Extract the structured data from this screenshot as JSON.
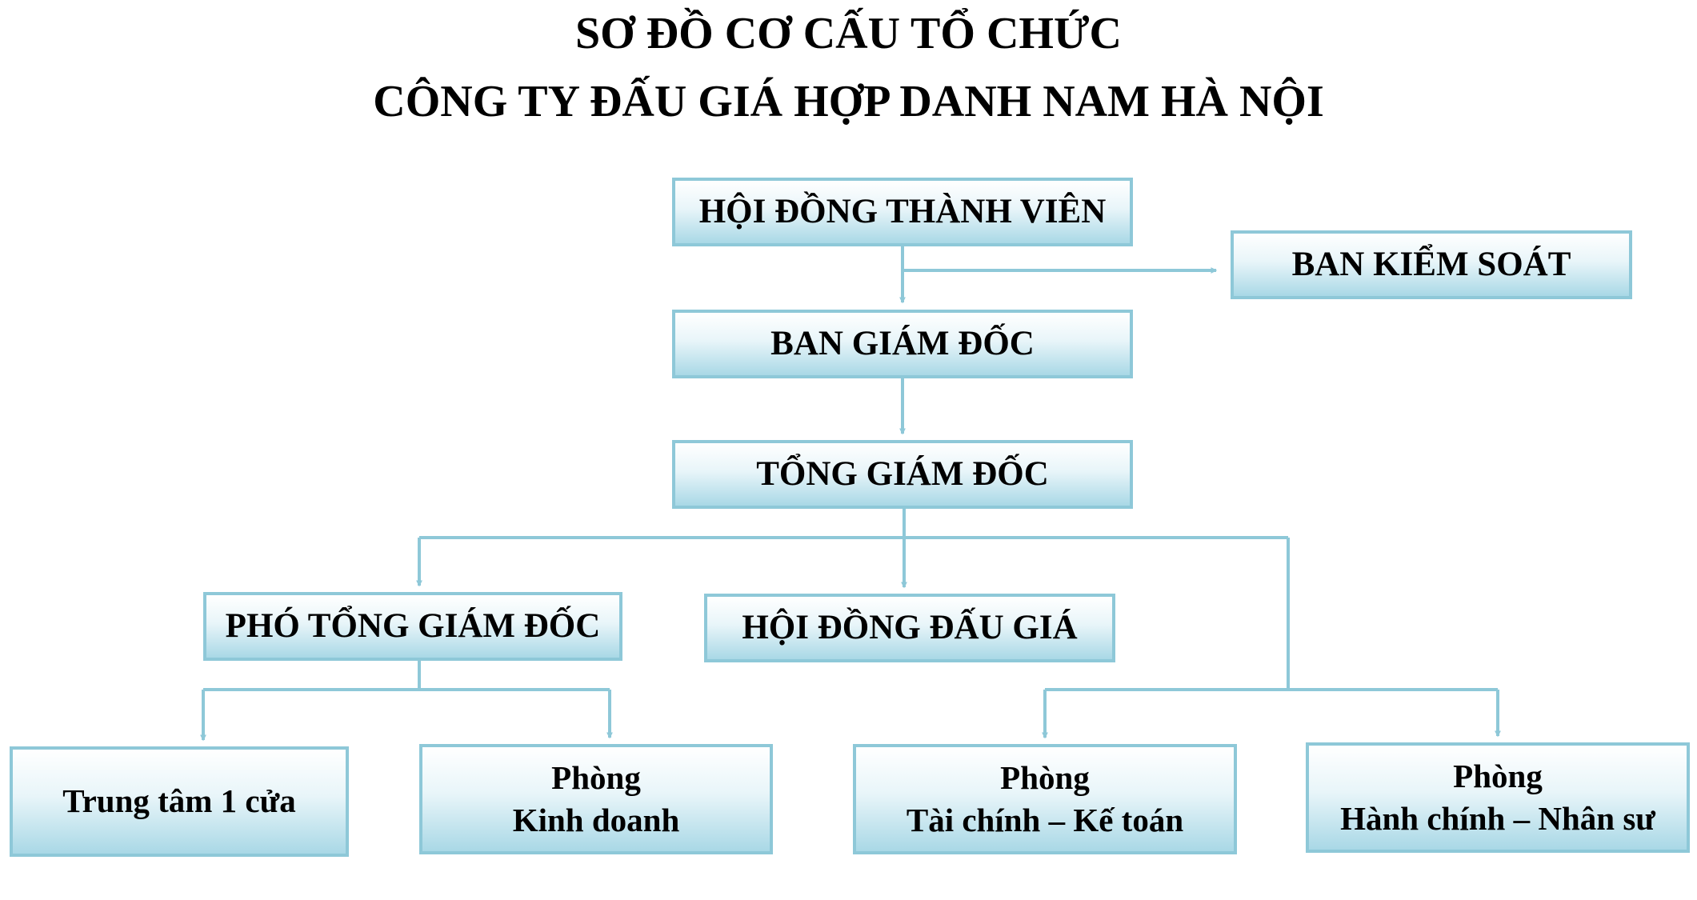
{
  "title": {
    "line1": "SƠ ĐỒ CƠ CẤU TỔ CHỨC",
    "line2": "CÔNG TY ĐẤU GIÁ HỢP DANH NAM HÀ NỘI"
  },
  "nodes": {
    "hoi_dong_thanh_vien": "HỘI ĐỒNG THÀNH VIÊN",
    "ban_kiem_soat": "BAN KIỂM SOÁT",
    "ban_giam_doc": "BAN GIÁM ĐỐC",
    "tong_giam_doc": "TỔNG GIÁM ĐỐC",
    "pho_tong_giam_doc": "PHÓ TỔNG GIÁM ĐỐC",
    "hoi_dong_dau_gia": "HỘI ĐỒNG ĐẤU GIÁ",
    "trung_tam_1_cua": "Trung tâm 1 cửa",
    "phong_kinh_doanh": {
      "line1": "Phòng",
      "line2": "Kinh doanh"
    },
    "phong_tai_chinh": {
      "line1": "Phòng",
      "line2": "Tài chính – Kế toán"
    },
    "phong_hanh_chinh": {
      "line1": "Phòng",
      "line2": "Hành chính – Nhân sư"
    }
  },
  "colors": {
    "connector": "#8ec8d8",
    "box_border": "#8ec8d8",
    "box_fill_bottom": "#a9d8e6"
  }
}
